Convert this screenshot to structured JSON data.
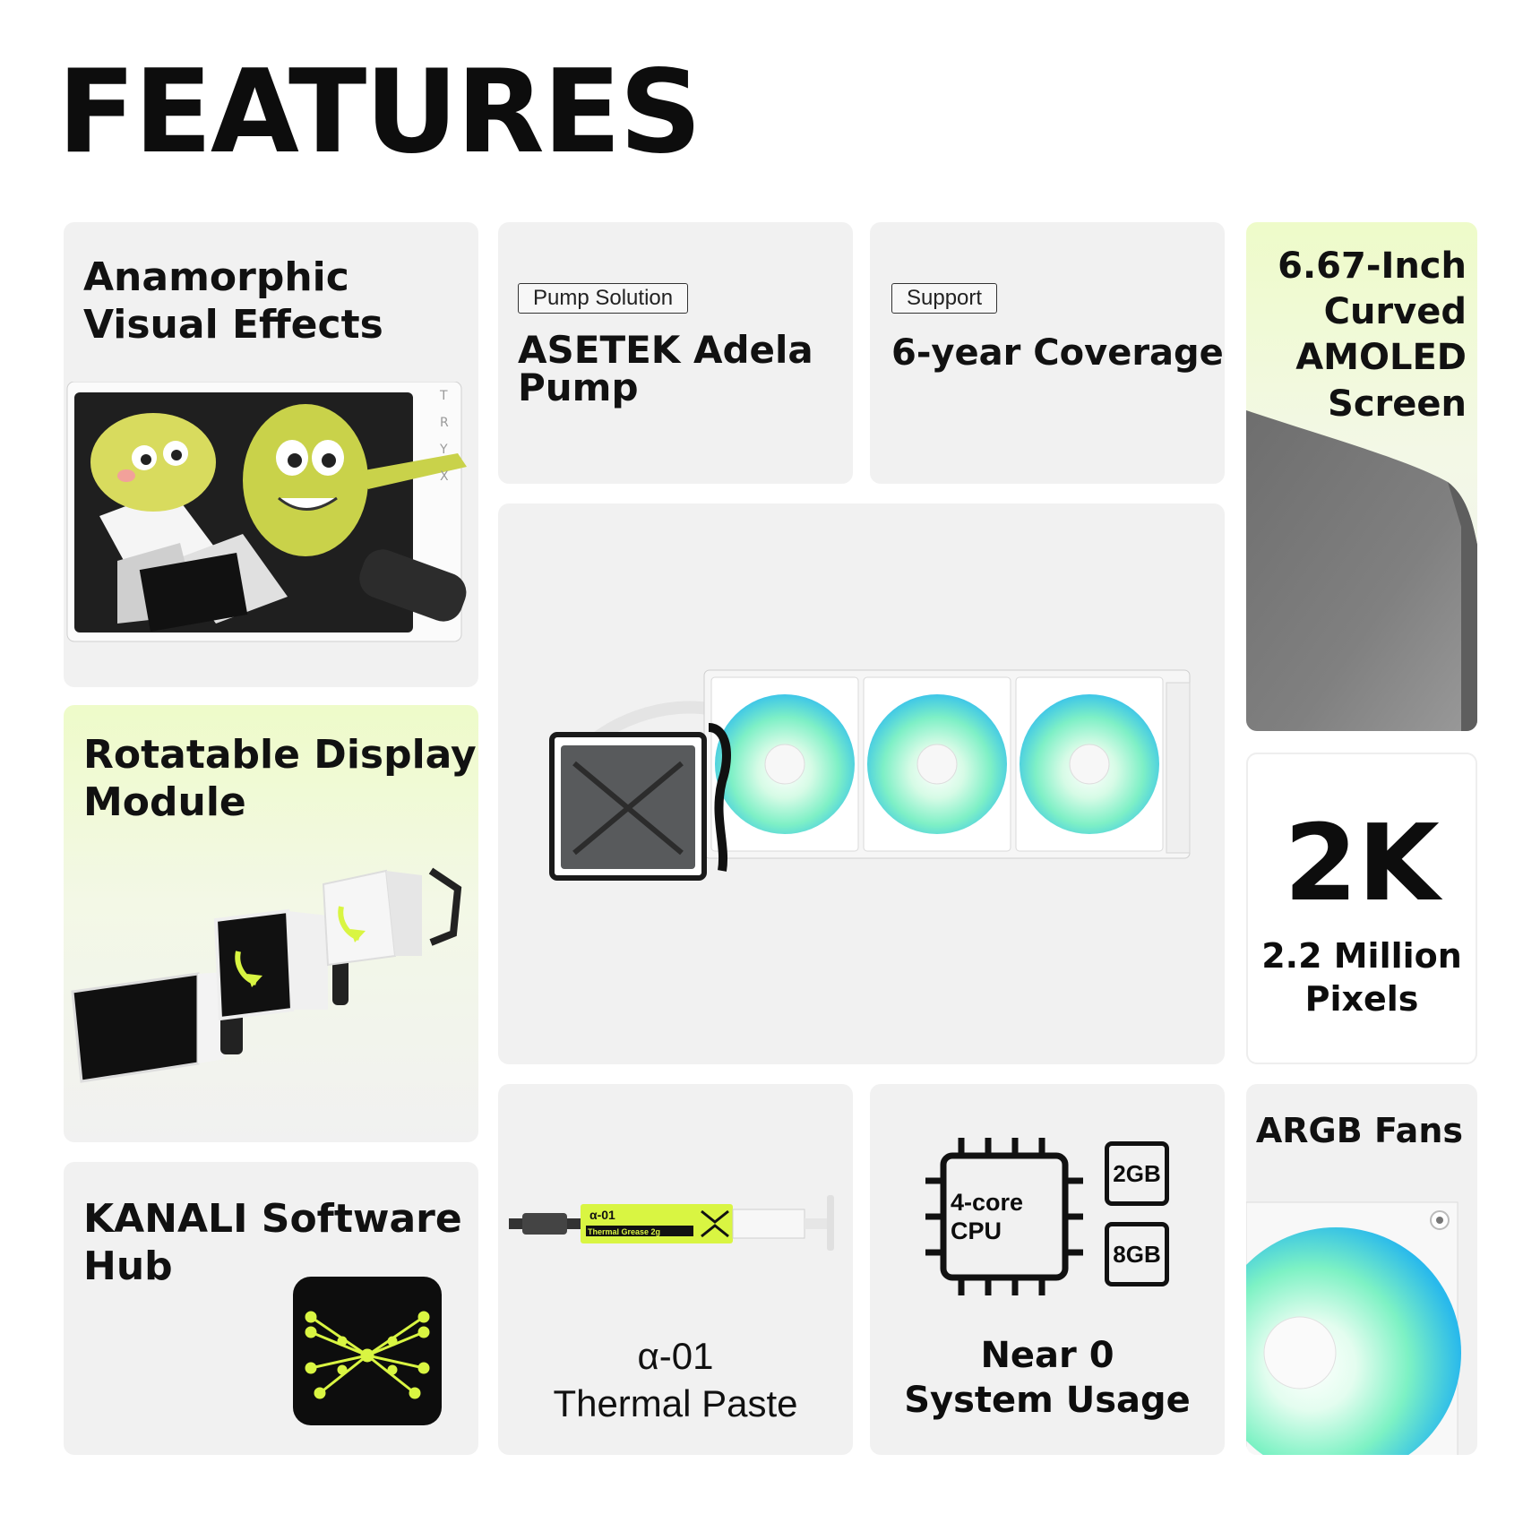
{
  "page": {
    "title": "FEATURES"
  },
  "cards": {
    "anamorphic": {
      "title_line1": "Anamorphic",
      "title_line2": "Visual Effects"
    },
    "pump": {
      "tag": "Pump Solution",
      "title_line1": "ASETEK Adela",
      "title_line2": "Pump"
    },
    "support": {
      "tag": "Support",
      "title": "6-year Coverage"
    },
    "screen": {
      "line1": "6.67-Inch",
      "line2": "Curved",
      "line3": "AMOLED",
      "line4": "Screen"
    },
    "rotatable": {
      "title_line1": "Rotatable Display",
      "title_line2": "Module"
    },
    "resolution": {
      "big": "2K",
      "line1": "2.2 Million",
      "line2": "Pixels"
    },
    "software": {
      "title_line1": "KANALI Software",
      "title_line2": "Hub"
    },
    "paste": {
      "syringe_label": "α-01",
      "syringe_sublabel": "Thermal Grease 2g",
      "line1": "α-01",
      "line2": "Thermal Paste"
    },
    "usage": {
      "cpu_label_1": "4-core",
      "cpu_label_2": "CPU",
      "mem_1": "2GB",
      "mem_2": "8GB",
      "line1": "Near 0",
      "line2": "System Usage"
    },
    "fans": {
      "title": "ARGB Fans"
    }
  },
  "colors": {
    "accent": "#d9f542",
    "card_bg": "#f1f1f1",
    "text": "#111111",
    "fan_glow": "#6ff0c8"
  },
  "icons": {
    "kanali_logo": "x-network-icon",
    "cpu": "cpu-chip-icon"
  }
}
